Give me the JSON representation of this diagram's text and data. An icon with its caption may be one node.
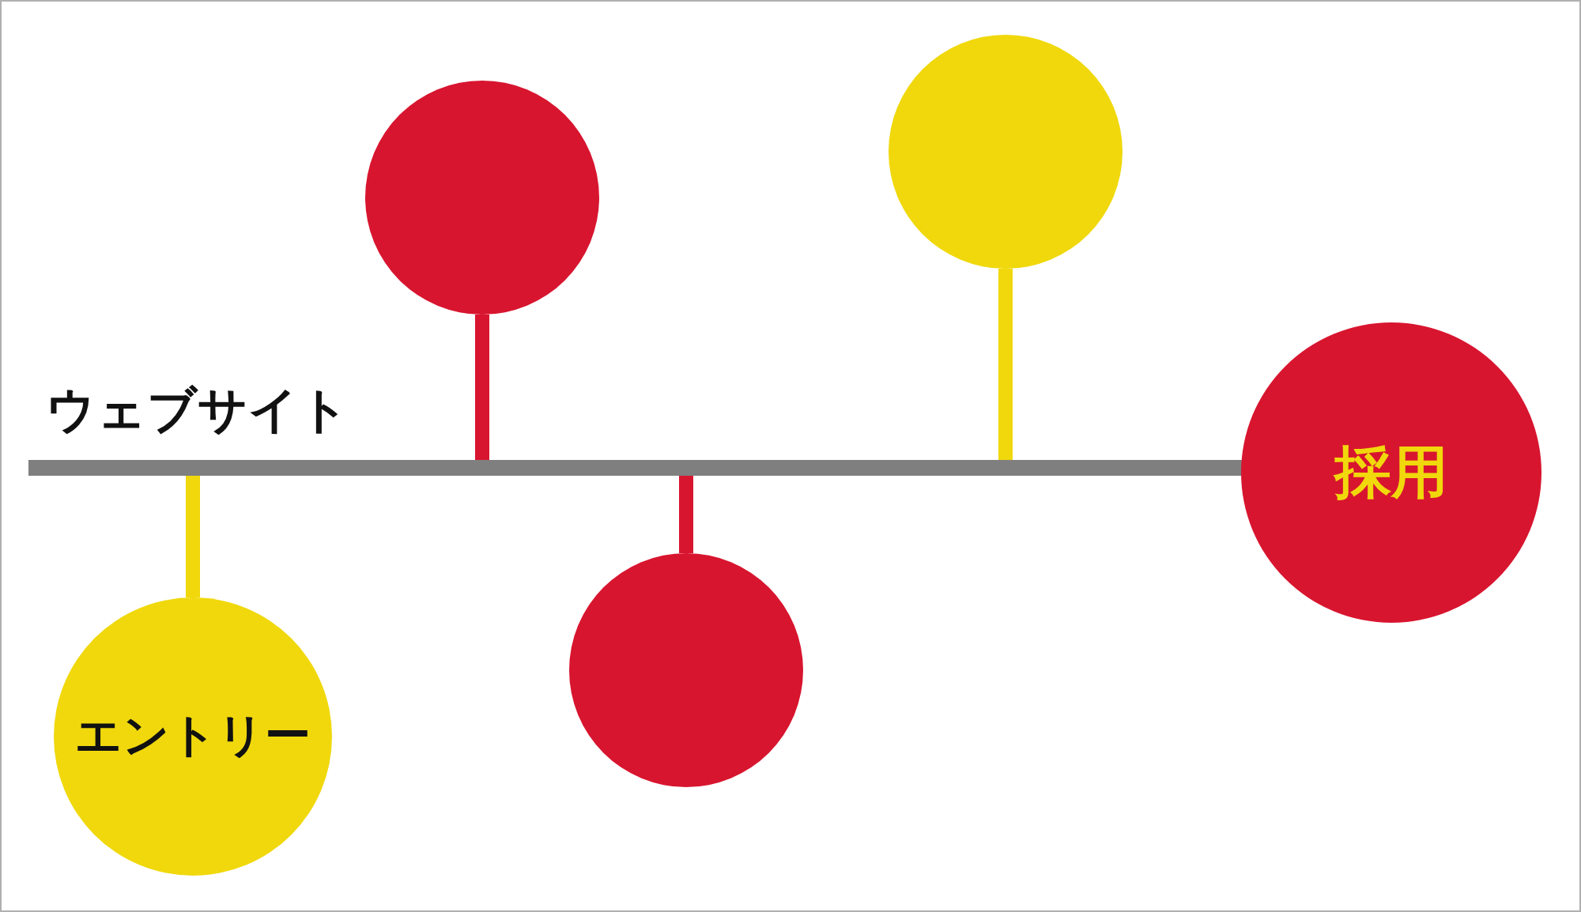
{
  "diagram": {
    "nodes": [
      {
        "text": [],
        "shape": "bar"
      },
      {
        "text": [
          "エントリー"
        ]
      },
      {
        "text": [],
        "shape": "circle"
      },
      {
        "text": [],
        "shape": "circle"
      },
      {
        "text": [],
        "shape": "circle"
      },
      {
        "text": [
          "採用"
        ]
      }
    ],
    "edges": [
      {
        "from": 0,
        "to": 1,
        "arrow": "none",
        "color": "#f0d80c"
      },
      {
        "from": 0,
        "to": 2,
        "arrow": "none",
        "color": "#d8152f"
      },
      {
        "from": 0,
        "to": 3,
        "arrow": "none",
        "color": "#d8152f"
      },
      {
        "from": 0,
        "to": 4,
        "arrow": "none",
        "color": "#f0d80c"
      }
    ],
    "labels": [
      "ウェブサイト"
    ]
  }
}
